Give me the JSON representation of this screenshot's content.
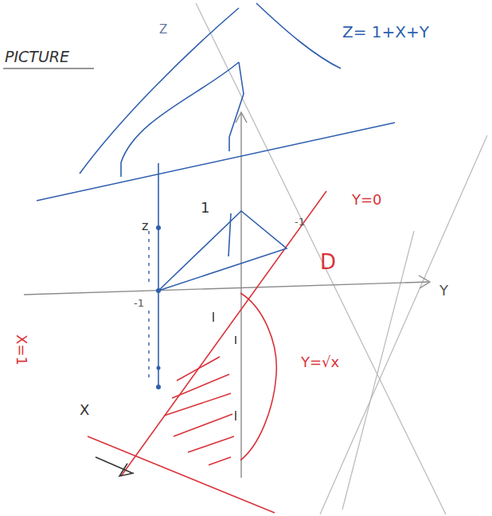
{
  "diagram": {
    "labels": [
      "PICTURE",
      "Z= 1+X+Y",
      "Z",
      "1",
      "z",
      "-1",
      "Y=0",
      "Y",
      "-1",
      "D",
      "Y=√x",
      "X=1",
      "X"
    ]
  }
}
